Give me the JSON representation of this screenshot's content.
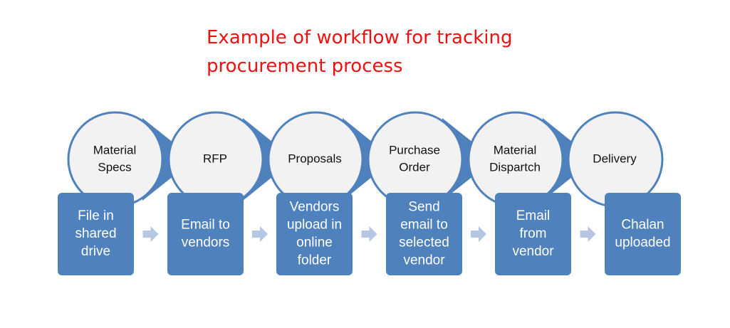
{
  "title": {
    "line1": "Example of workflow for tracking",
    "line2": "procurement process"
  },
  "colors": {
    "title": "#ee1111",
    "circle_fill": "#f2f2f2",
    "circle_stroke": "#4f81bd",
    "box_fill": "#4f81bd",
    "connector_arrow": "#a9bcdb",
    "box_arrow": "#b5c7e3"
  },
  "stages": [
    {
      "circle": [
        "Material",
        "Specs"
      ],
      "box": [
        "File in",
        "shared",
        "drive"
      ]
    },
    {
      "circle": [
        "RFP"
      ],
      "box": [
        "Email to",
        "vendors"
      ]
    },
    {
      "circle": [
        "Proposals"
      ],
      "box": [
        "Vendors",
        "upload in",
        "online",
        "folder"
      ]
    },
    {
      "circle": [
        "Purchase",
        "Order"
      ],
      "box": [
        "Send",
        "email to",
        "selected",
        "vendor"
      ]
    },
    {
      "circle": [
        "Material",
        "Dispartch"
      ],
      "box": [
        "Email",
        "from",
        "vendor"
      ]
    },
    {
      "circle": [
        "Delivery"
      ],
      "box": [
        "Chalan",
        "uploaded"
      ]
    }
  ]
}
